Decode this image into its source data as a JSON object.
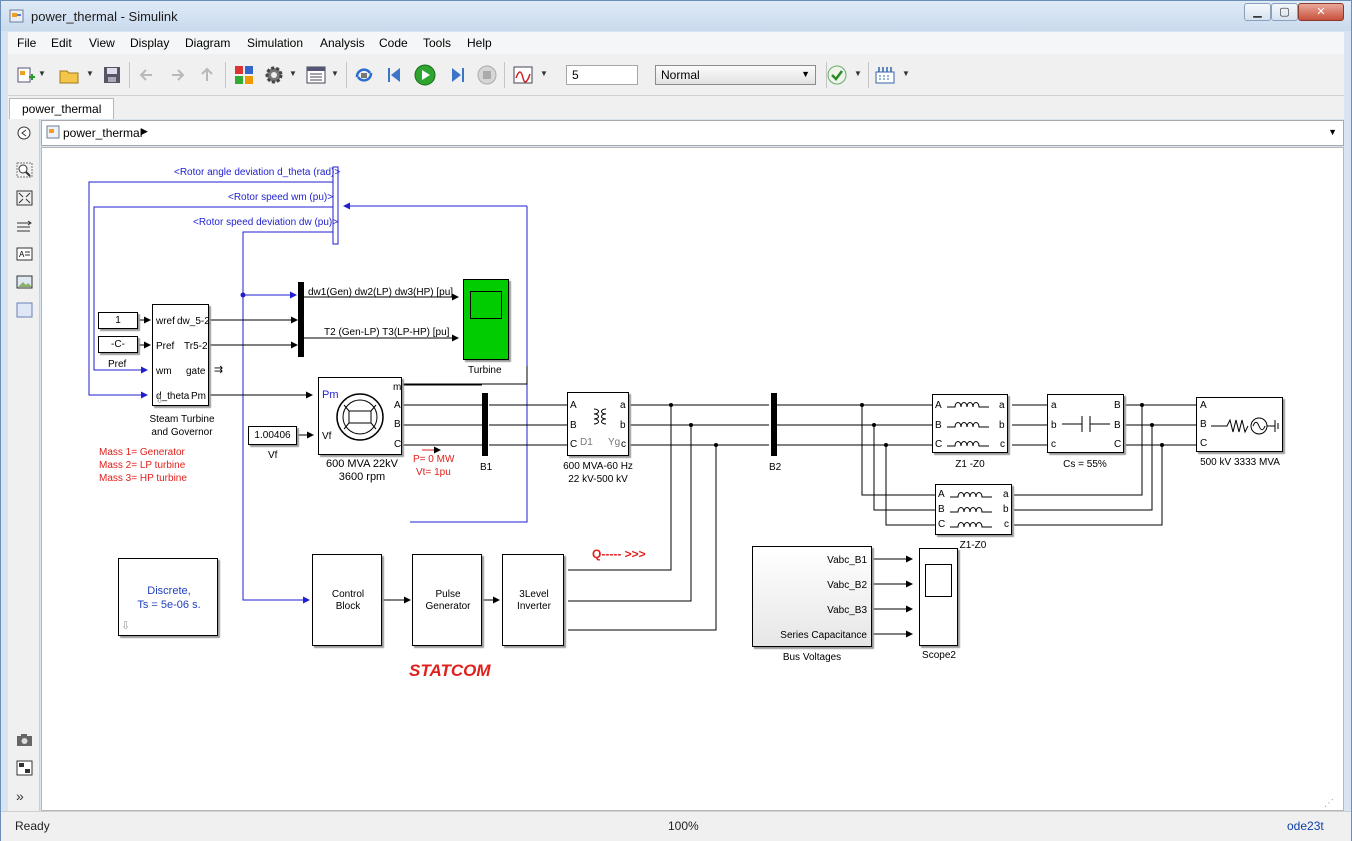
{
  "window": {
    "title": "power_thermal - Simulink",
    "controls": {
      "minimize": "▁",
      "maximize": "▢",
      "close": "✕"
    }
  },
  "menu": [
    "File",
    "Edit",
    "View",
    "Display",
    "Diagram",
    "Simulation",
    "Analysis",
    "Code",
    "Tools",
    "Help"
  ],
  "toolbar": {
    "stop_time": "5",
    "sim_mode": "Normal",
    "icons": [
      "new-model-icon",
      "open-icon",
      "save-icon",
      "back-icon",
      "forward-icon",
      "up-icon",
      "library-browser-icon",
      "model-settings-icon",
      "model-explorer-icon",
      "update-diagram-icon",
      "step-back-icon",
      "run-icon",
      "step-forward-icon",
      "stop-icon",
      "scope-icon",
      "check-icon",
      "build-icon"
    ]
  },
  "tab": {
    "label": "power_thermal"
  },
  "address": {
    "path": "power_thermal"
  },
  "diagram": {
    "bus_labels": {
      "angle": "<Rotor angle deviation  d_theta (rad)>",
      "speed": "<Rotor speed  wm  (pu)>",
      "speed_dev": "<Rotor speed deviation  dw (pu)>"
    },
    "mux_labels": {
      "top": "dw1(Gen)  dw2(LP)  dw3(HP) [pu]",
      "bottom": "T2 (Gen-LP)  T3(LP-HP)  [pu]"
    },
    "const1": "1",
    "const_c": "-C-",
    "pref_label": "Pref",
    "governor": {
      "in_ports": [
        "wref",
        "Pref",
        "wm",
        "d_theta"
      ],
      "out_ports": [
        "dw_5-2",
        "Tr5-2",
        "gate",
        "Pm"
      ],
      "name_line1": "Steam Turbine",
      "name_line2": "and Governor"
    },
    "turbine_scope": "Turbine",
    "mass_notes": [
      "Mass 1= Generator",
      "Mass 2= LP turbine",
      "Mass 3= HP turbine"
    ],
    "vf_value": "1.00406",
    "vf_label": "Vf",
    "machine": {
      "ports": {
        "pm": "Pm",
        "vf": "Vf",
        "m": "m",
        "a": "A",
        "b": "B",
        "c": "C"
      },
      "name_line1": "600 MVA 22kV",
      "name_line2": "3600 rpm"
    },
    "load_flow": [
      "P= 0 MW",
      "Vt= 1pu"
    ],
    "bus1": "B1",
    "bus2": "B2",
    "transformer": {
      "ports_left": [
        "A",
        "B",
        "C"
      ],
      "ports_right": [
        "a",
        "b",
        "c"
      ],
      "d1": "D1",
      "yg": "Yg",
      "name_line1": "600 MVA-60 Hz",
      "name_line2": "22 kV-500 kV"
    },
    "line1": {
      "name": "Z1 -Z0",
      "left": [
        "A",
        "B",
        "C"
      ],
      "right": [
        "a",
        "b",
        "c"
      ]
    },
    "cap": {
      "name": "Cs = 55%",
      "left": [
        "a",
        "b",
        "c"
      ],
      "right": [
        "B",
        "B",
        "C"
      ]
    },
    "line2": {
      "name": "Z1-Z0",
      "left": [
        "A",
        "B",
        "C"
      ],
      "right": [
        "a",
        "b",
        "c"
      ]
    },
    "source": {
      "name": "500 kV 3333 MVA",
      "ports": [
        "A",
        "B",
        "C"
      ]
    },
    "powergui": {
      "line1": "Discrete,",
      "line2": "Ts = 5e-06 s."
    },
    "control_block": {
      "line1": "Control",
      "line2": "Block"
    },
    "pulse_gen": {
      "line1": "Pulse",
      "line2": "Generator"
    },
    "inverter": {
      "line1": "3Level",
      "line2": "Inverter"
    },
    "q_label": "Q----- >>>",
    "statcom": "STATCOM",
    "bus_voltages": {
      "ports": [
        "Vabc_B1",
        "Vabc_B2",
        "Vabc_B3",
        "Series Capacitance"
      ],
      "name": "Bus Voltages"
    },
    "scope2": "Scope2",
    "colors": {
      "signal": "#1f1fcf",
      "annotation": "#e0201c",
      "scope_green": "#00cc00",
      "powergui_text": "#1f3fbf"
    }
  },
  "status": {
    "ready": "Ready",
    "zoom": "100%",
    "solver": "ode23t"
  }
}
